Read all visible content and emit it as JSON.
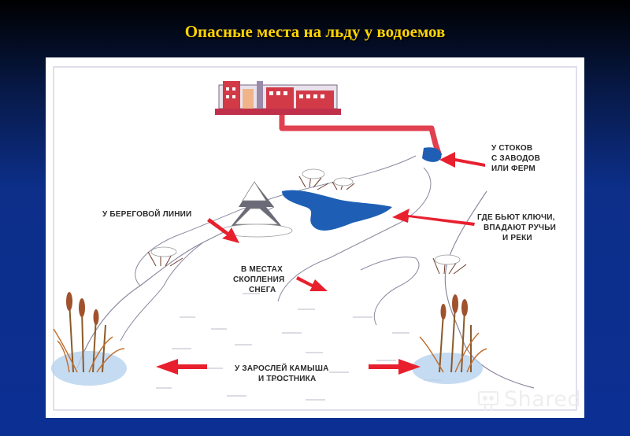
{
  "slide": {
    "title": "Опасные места на льду у водоемов"
  },
  "labels": {
    "drains": [
      "У СТОКОВ",
      "С ЗАВОДОВ",
      "ИЛИ ФЕРМ"
    ],
    "springs": [
      "ГДЕ БЬЮТ КЛЮЧИ,",
      "ВПАДАЮТ РУЧЬИ",
      "И РЕКИ"
    ],
    "shoreline": [
      "У БЕРЕГОВОЙ ЛИНИИ"
    ],
    "snow": [
      "В МЕСТАХ",
      "СКОПЛЕНИЯ",
      "СНЕГА"
    ],
    "reeds": [
      "У ЗАРОСЛЕЙ КАМЫША",
      "И ТРОСТНИКА"
    ]
  },
  "watermark": {
    "text": "Shared"
  },
  "colors": {
    "title": "#ffd400",
    "arrow": "#e8202e",
    "water": "#1e5fb5",
    "pipe": "#e04050"
  }
}
